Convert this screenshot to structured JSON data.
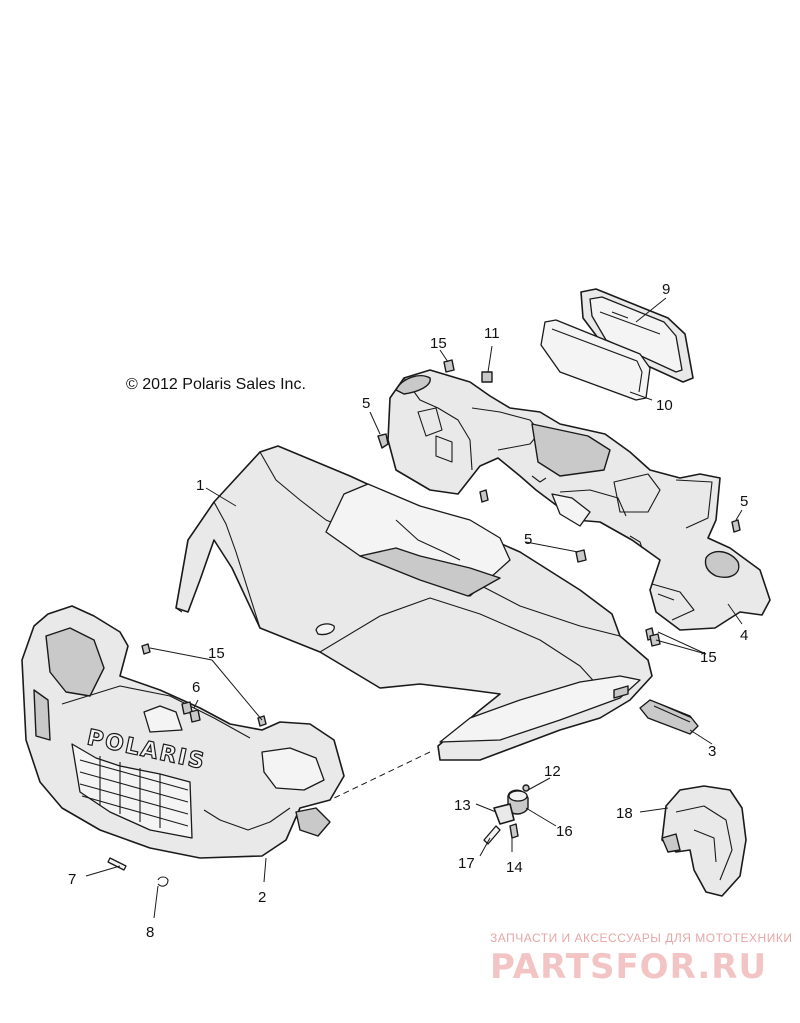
{
  "copyright": "© 2012 Polaris Sales Inc.",
  "logo_text": "POLARIS",
  "watermark": {
    "tagline": "ЗАПЧАСТИ И АКСЕССУАРЫ ДЛЯ МОТОТЕХНИКИ",
    "brand": "PARTSFOR.RU"
  },
  "callouts": [
    {
      "id": "c1",
      "label": "1"
    },
    {
      "id": "c2",
      "label": "2"
    },
    {
      "id": "c3",
      "label": "3"
    },
    {
      "id": "c4",
      "label": "4"
    },
    {
      "id": "c5a",
      "label": "5"
    },
    {
      "id": "c5b",
      "label": "5"
    },
    {
      "id": "c5c",
      "label": "5"
    },
    {
      "id": "c6",
      "label": "6"
    },
    {
      "id": "c7",
      "label": "7"
    },
    {
      "id": "c8",
      "label": "8"
    },
    {
      "id": "c9",
      "label": "9"
    },
    {
      "id": "c10",
      "label": "10"
    },
    {
      "id": "c11",
      "label": "11"
    },
    {
      "id": "c12",
      "label": "12"
    },
    {
      "id": "c13",
      "label": "13"
    },
    {
      "id": "c14",
      "label": "14"
    },
    {
      "id": "c15a",
      "label": "15"
    },
    {
      "id": "c15b",
      "label": "15"
    },
    {
      "id": "c15c",
      "label": "15"
    },
    {
      "id": "c16",
      "label": "16"
    },
    {
      "id": "c17",
      "label": "17"
    },
    {
      "id": "c18",
      "label": "18"
    }
  ]
}
